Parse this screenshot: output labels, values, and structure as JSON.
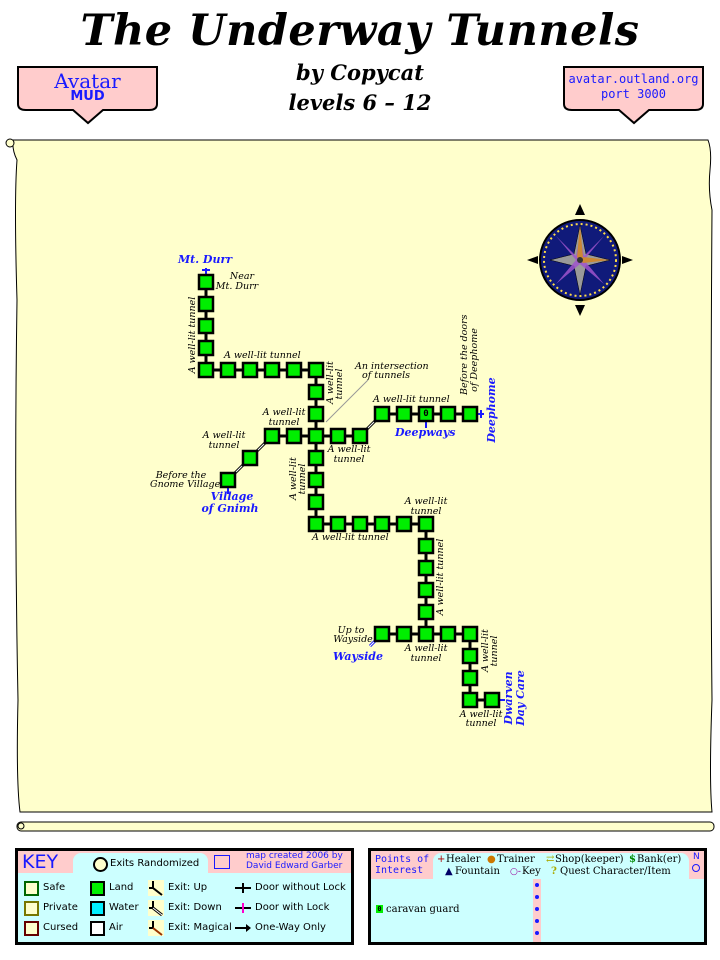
{
  "header": {
    "title": "The Underway Tunnels",
    "author": "by Copycat",
    "levels": "levels 6 – 12",
    "left_badge": {
      "line1": "Avatar",
      "line2": "MUD"
    },
    "right_badge": {
      "line1": "avatar.outland.org",
      "line2": "port 3000"
    }
  },
  "colors": {
    "parchment": "#ffffcc",
    "room_land": "#00ee00",
    "place_label": "#1a1aff",
    "key_bg": "#ccffff",
    "key_header": "#ffcccc"
  },
  "map": {
    "places": {
      "mt_durr": "Mt. Durr",
      "village_1": "Village",
      "village_2": "of Gnimh",
      "deepways": "Deepways",
      "deephome": "Deephome",
      "wayside": "Wayside",
      "dwarven_1": "Dwarven",
      "dwarven_2": "Day Care"
    },
    "room_labels": {
      "near_durr_1": "Near",
      "near_durr_2": "Mt. Durr",
      "tunnel": "A well-lit tunnel",
      "tunnel_a": "A well-lit",
      "tunnel_b": "tunnel",
      "intersection_1": "An intersection",
      "intersection_2": "of tunnels",
      "before_gnome_1": "Before the",
      "before_gnome_2": "Gnome Village",
      "before_doors_1": "Before the doors",
      "before_doors_2": "of Deephome",
      "up_wayside_1": "Up to",
      "up_wayside_2": "Wayside"
    },
    "mob_marker": "0"
  },
  "key": {
    "title": "KEY",
    "exits_randomized": "Exits Randomized",
    "credit_1": "map created 2006 by",
    "credit_2": "David Edward Garber",
    "zones": [
      "Safe",
      "Private",
      "Cursed"
    ],
    "terrain": [
      "Land",
      "Water",
      "Air"
    ],
    "exits": [
      "Exit: Up",
      "Exit: Down",
      "Exit: Magical"
    ],
    "doors": [
      "Door without Lock",
      "Door with Lock",
      "One-Way Only"
    ]
  },
  "poi": {
    "title_1": "Points of",
    "title_2": "Interest",
    "types_row1": [
      "Healer",
      "Trainer",
      "Shop(keeper)",
      "Bank(er)"
    ],
    "types_row2": [
      "Fountain",
      "Key",
      "Quest Character/Item"
    ],
    "compass": "N",
    "entries": [
      {
        "marker": "0",
        "label": "caravan guard"
      }
    ]
  }
}
